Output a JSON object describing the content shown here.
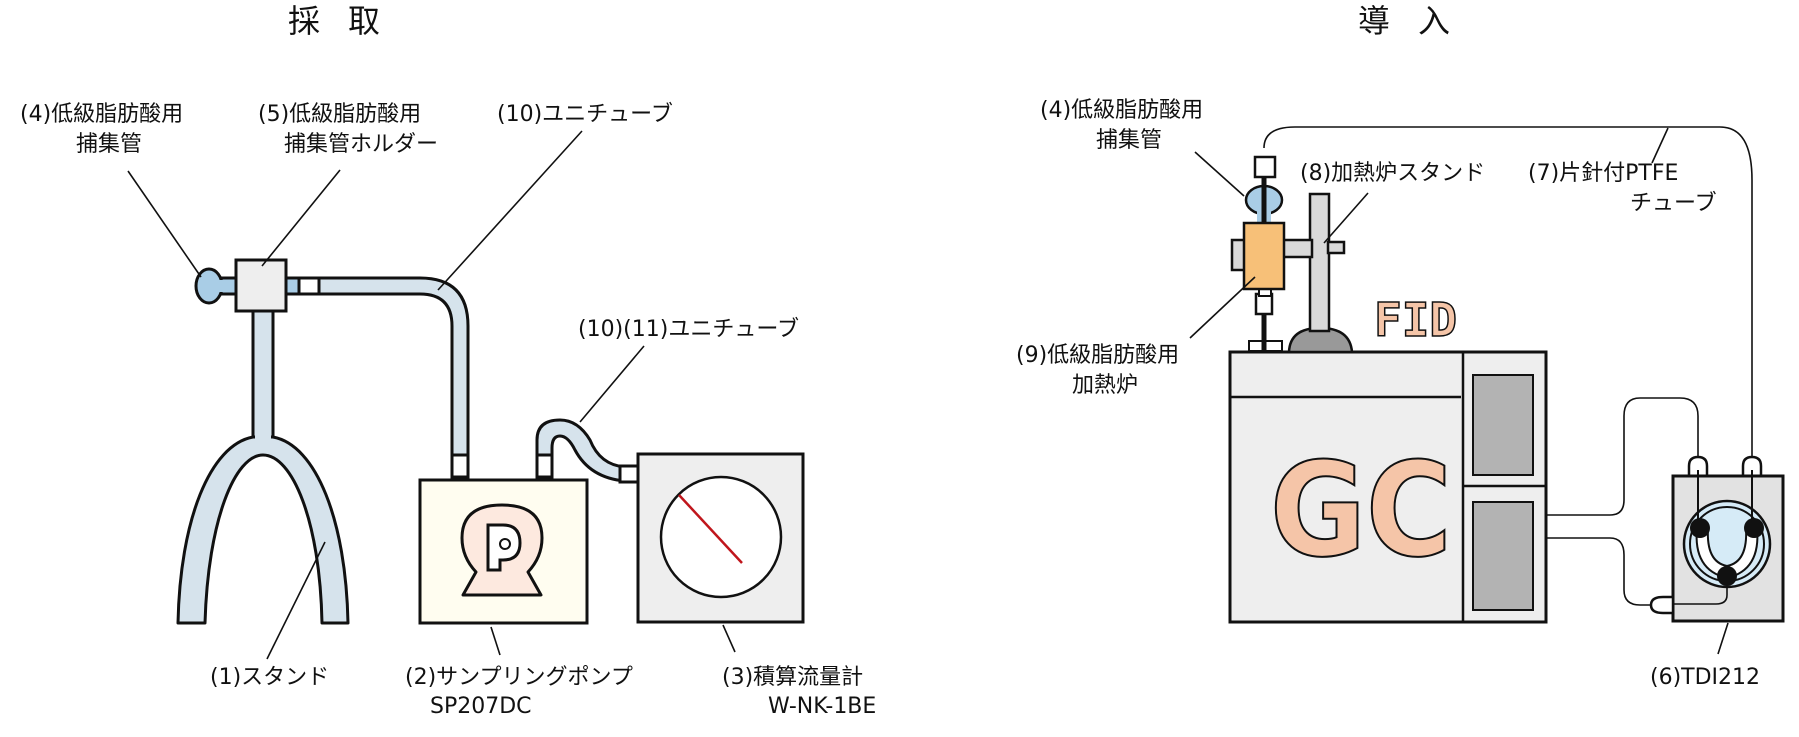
{
  "titles": {
    "sampling": "採取",
    "injection": "導入"
  },
  "sampling": {
    "labels": {
      "trap_tube_line1": "(4)低級脂肪酸用",
      "trap_tube_line2": "捕集管",
      "holder_line1": "(5)低級脂肪酸用",
      "holder_line2": "捕集管ホルダー",
      "unitube_1": "(10)ユニチューブ",
      "unitube_2": "(10)(11)ユニチューブ",
      "stand": "(1)スタンド",
      "pump_line1": "(2)サンプリングポンプ",
      "pump_line2": "SP207DC",
      "flowmeter_line1": "(3)積算流量計",
      "flowmeter_line2": "W-NK-1BE"
    },
    "pump_glyph": "P"
  },
  "injection": {
    "labels": {
      "trap_tube_line1": "(4)低級脂肪酸用",
      "trap_tube_line2": "捕集管",
      "furnace_stand": "(8)加熱炉スタンド",
      "ptfe_line1": "(7)片針付PTFE",
      "ptfe_line2": "チューブ",
      "furnace_line1": "(9)低級脂肪酸用",
      "furnace_line2": "加熱炉",
      "tdi": "(6)TDI212"
    },
    "gc_text": "GC",
    "fid_text": "FID"
  },
  "colors": {
    "tube_fill": "#d6e3ec",
    "trap_fill": "#a9cde6",
    "pump_body": "#fffdf0",
    "pump_icon": "#fde9df",
    "meter_body": "#eeeeee",
    "needle": "#c0161c",
    "furnace": "#f7c078",
    "gc_body": "#eeeeee",
    "gc_letters": "#f5c5a8",
    "panel": "#b3b3b3",
    "stand_gray": "#d9d9d9",
    "base_gray": "#999999",
    "tdi_body": "#e2e2e2",
    "tdi_disc": "#d6ebf7"
  }
}
